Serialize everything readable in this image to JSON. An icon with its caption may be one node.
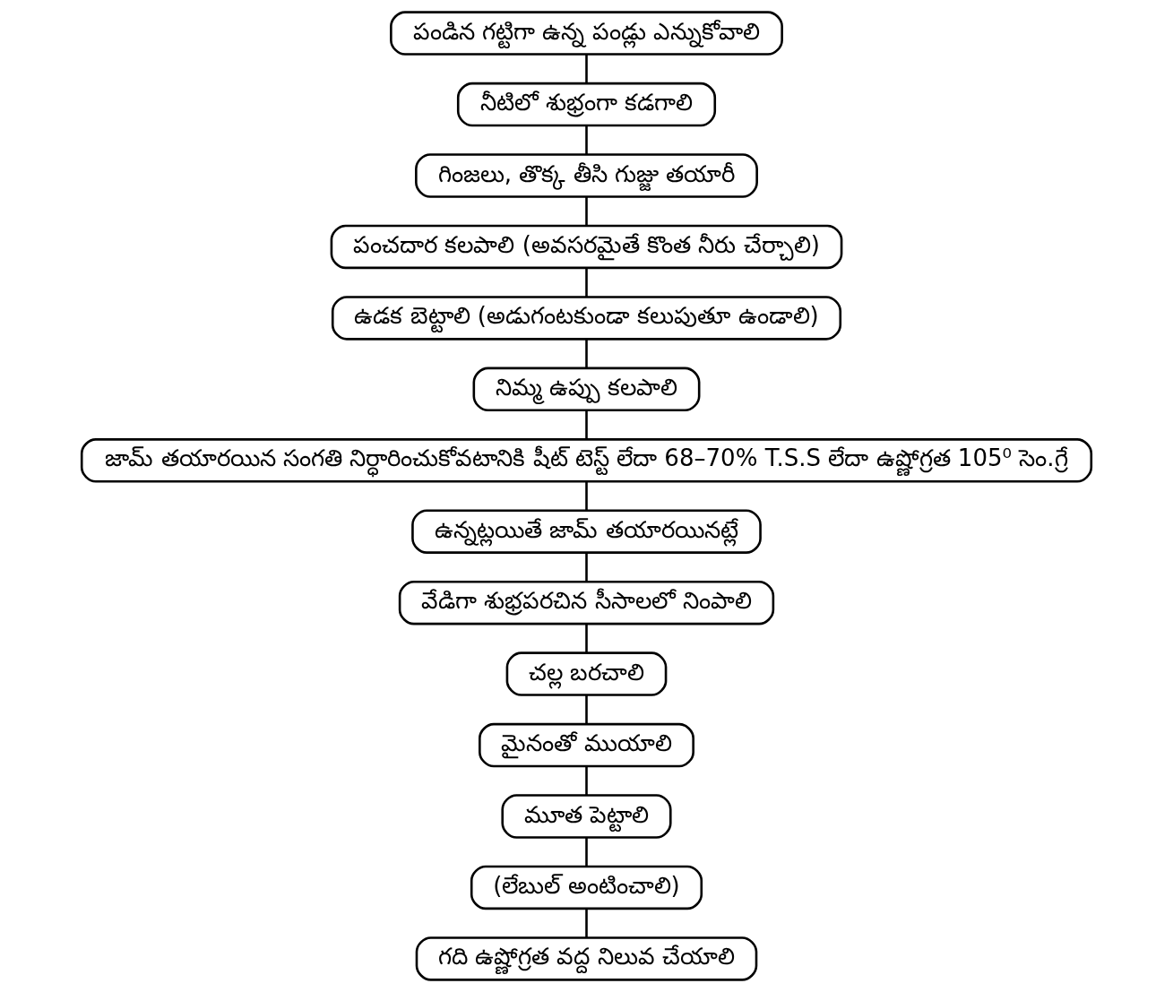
{
  "diagram": {
    "nodes": [
      {
        "text": [
          "పండిన గట్టిగా ఉన్న పండ్లు ఎన్నుకోవాలి"
        ]
      },
      {
        "text": [
          "నీటిలో శుభ్రంగా కడగాలి"
        ]
      },
      {
        "text": [
          "గింజలు, తొక్క తీసి గుజ్జు తయారీ"
        ]
      },
      {
        "text": [
          "పంచదార కలపాలి (అవసరమైతే కొంత నీరు చేర్చాలి)"
        ]
      },
      {
        "text": [
          "ఉడక బెట్టాలి (అడుగంటకుండా కలుపుతూ ఉండాలి)"
        ]
      },
      {
        "text": [
          "నిమ్మ ఉప్పు కలపాలి"
        ]
      },
      {
        "text": [
          "జామ్ తయారయిన సంగతి నిర్ధారించుకోవటానికి షీట్ టెస్ట్ లేదా 68–70% T.S.S లేదా ఉష్ణోగ్రత 105⁰ సెం.గ్రే"
        ]
      },
      {
        "text": [
          "ఉన్నట్లయితే జామ్ తయారయినట్లే"
        ]
      },
      {
        "text": [
          "వేడిగా శుభ్రపరచిన సీసాలలో నింపాలి"
        ]
      },
      {
        "text": [
          "చల్ల బరచాలి"
        ]
      },
      {
        "text": [
          "మైనంతో ముయాలి"
        ]
      },
      {
        "text": [
          "మూత పెట్టాలి"
        ]
      },
      {
        "text": [
          "(లేబుల్ అంటించాలి)"
        ]
      },
      {
        "text": [
          "గది ఉష్ణోగ్రత వద్ద నిలువ చేయాలి"
        ]
      }
    ],
    "edges": [
      {
        "from": 0,
        "to": 1,
        "arrow": "none"
      },
      {
        "from": 1,
        "to": 2,
        "arrow": "none"
      },
      {
        "from": 2,
        "to": 3,
        "arrow": "none"
      },
      {
        "from": 3,
        "to": 4,
        "arrow": "none"
      },
      {
        "from": 4,
        "to": 5,
        "arrow": "none"
      },
      {
        "from": 5,
        "to": 6,
        "arrow": "none"
      },
      {
        "from": 6,
        "to": 7,
        "arrow": "none"
      },
      {
        "from": 7,
        "to": 8,
        "arrow": "none"
      },
      {
        "from": 8,
        "to": 9,
        "arrow": "none"
      },
      {
        "from": 9,
        "to": 10,
        "arrow": "none"
      },
      {
        "from": 10,
        "to": 11,
        "arrow": "none"
      },
      {
        "from": 11,
        "to": 12,
        "arrow": "none"
      },
      {
        "from": 12,
        "to": 13,
        "arrow": "none"
      }
    ]
  }
}
